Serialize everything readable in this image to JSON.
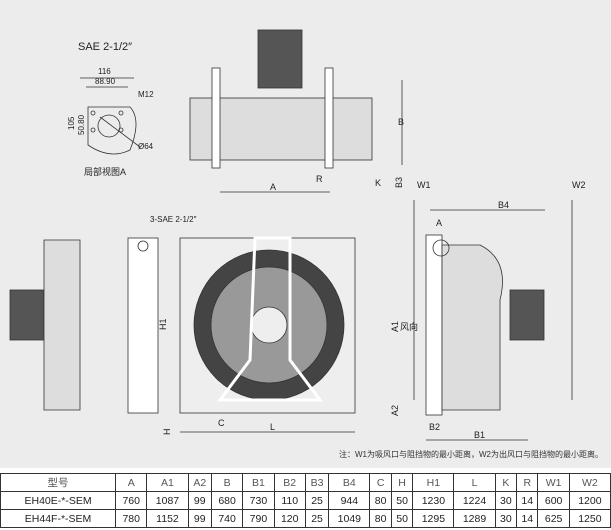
{
  "detail_view": {
    "title": "SAE 2-1/2″",
    "dim_116": "116",
    "dim_8890": "88.90",
    "dim_m12": "M12",
    "dim_105": "105",
    "dim_5080": "50.80",
    "dim_d64": "Ø64",
    "caption": "局部视图A"
  },
  "top_view": {
    "label_a": "A",
    "label_r": "R",
    "label_k": "K",
    "label_b": "B",
    "label_b3": "B3"
  },
  "front_view": {
    "port_label": "3-SAE 2-1/2″",
    "label_h1": "H1",
    "label_h": "H",
    "label_c": "C",
    "label_l": "L"
  },
  "side_view": {
    "label_w1": "W1",
    "label_w2": "W2",
    "label_b4": "B4",
    "label_a": "A",
    "label_a1": "A1",
    "airflow": "风向",
    "label_a2": "A2",
    "label_b2": "B2",
    "label_b1": "B1"
  },
  "note": "注：W1为吸风口与阻挡物的最小距离，W2为出风口与阻挡物的最小距离。",
  "table": {
    "headers": [
      "型号",
      "A",
      "A1",
      "A2",
      "B",
      "B1",
      "B2",
      "B3",
      "B4",
      "C",
      "H",
      "H1",
      "L",
      "K",
      "R",
      "W1",
      "W2"
    ],
    "rows": [
      [
        "EH40E-*-SEM",
        "760",
        "1087",
        "99",
        "680",
        "730",
        "110",
        "25",
        "944",
        "80",
        "50",
        "1230",
        "1224",
        "30",
        "14",
        "600",
        "1200"
      ],
      [
        "EH44F-*-SEM",
        "780",
        "1152",
        "99",
        "740",
        "790",
        "120",
        "25",
        "1049",
        "80",
        "50",
        "1295",
        "1289",
        "30",
        "14",
        "625",
        "1250"
      ]
    ]
  }
}
